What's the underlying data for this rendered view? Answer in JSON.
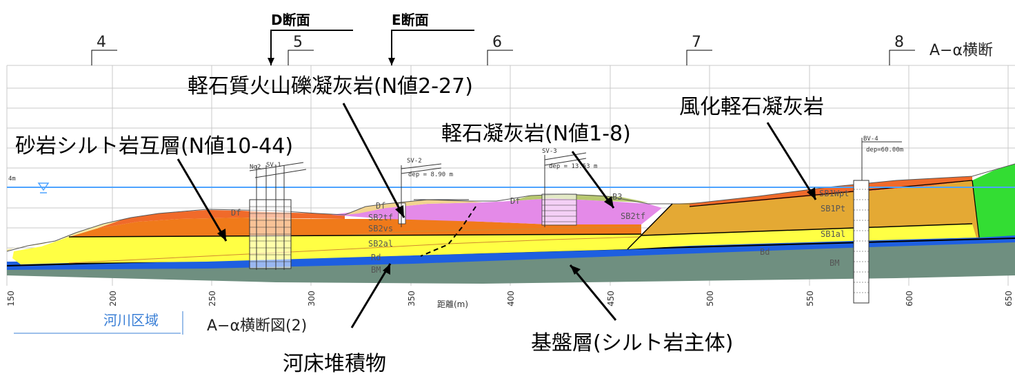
{
  "sections": {
    "d": "D断面",
    "e": "E断面"
  },
  "stations": [
    "4",
    "5",
    "6",
    "7",
    "8"
  ],
  "title_partial": "A−α横断",
  "distance_ticks": [
    "150",
    "200",
    "250",
    "300",
    "350",
    "400",
    "450",
    "500",
    "550",
    "600",
    "650"
  ],
  "distance_label": "距離(m)",
  "water_level_label": "4m",
  "river_area_label": "河川区域",
  "caption": "A−α横断図(2)",
  "annotations": {
    "pumice_volcanic_breccia": "軽石質火山礫凝灰岩(N値2-27)",
    "weathered_pumice_tuff": "風化軽石凝灰岩",
    "sandstone_siltstone": "砂岩シルト岩互層(N値10-44)",
    "pumice_tuff": "軽石凝灰岩(N値1-8)",
    "riverbed_deposit": "河床堆積物",
    "bedrock": "基盤層(シルト岩主体)"
  },
  "layer_codes": {
    "df1": "Df",
    "df2": "Df",
    "df3": "Df",
    "sb2tf_a": "SB2tf",
    "sb2tf_b": "SB2tf",
    "sb2vs": "SB2vs",
    "sb2al": "SB2al",
    "rd": "Rd",
    "bm1": "BM",
    "bm2": "BM",
    "sb1wpt": "SB1Wpt",
    "sb1pt": "SB1Pt",
    "sb1al": "SB1al",
    "bd": "Bd",
    "b3": "B3"
  },
  "boreholes": {
    "sv1": "SV-1",
    "sv2": "SV-2",
    "sv3": "SV-3",
    "bv4": "BV-4",
    "no2": "No2",
    "sv2_depth": "dep = 8.90 m",
    "sv3_depth": "dep = 13.53 m",
    "bv4_depth": "dep=60.00m"
  },
  "colors": {
    "water_line": "#4da3ff",
    "orange_top": "#f06a2a",
    "orange_layer": "#f07a1a",
    "pink_layer": "#e48ae8",
    "yellow_layer": "#ffff44",
    "tan_layer": "#e4a934",
    "green_slope": "#33dd33",
    "blue_layer": "#1e5fe0",
    "bedrock": "#6f8f80",
    "olive_top": "#b8c870"
  }
}
